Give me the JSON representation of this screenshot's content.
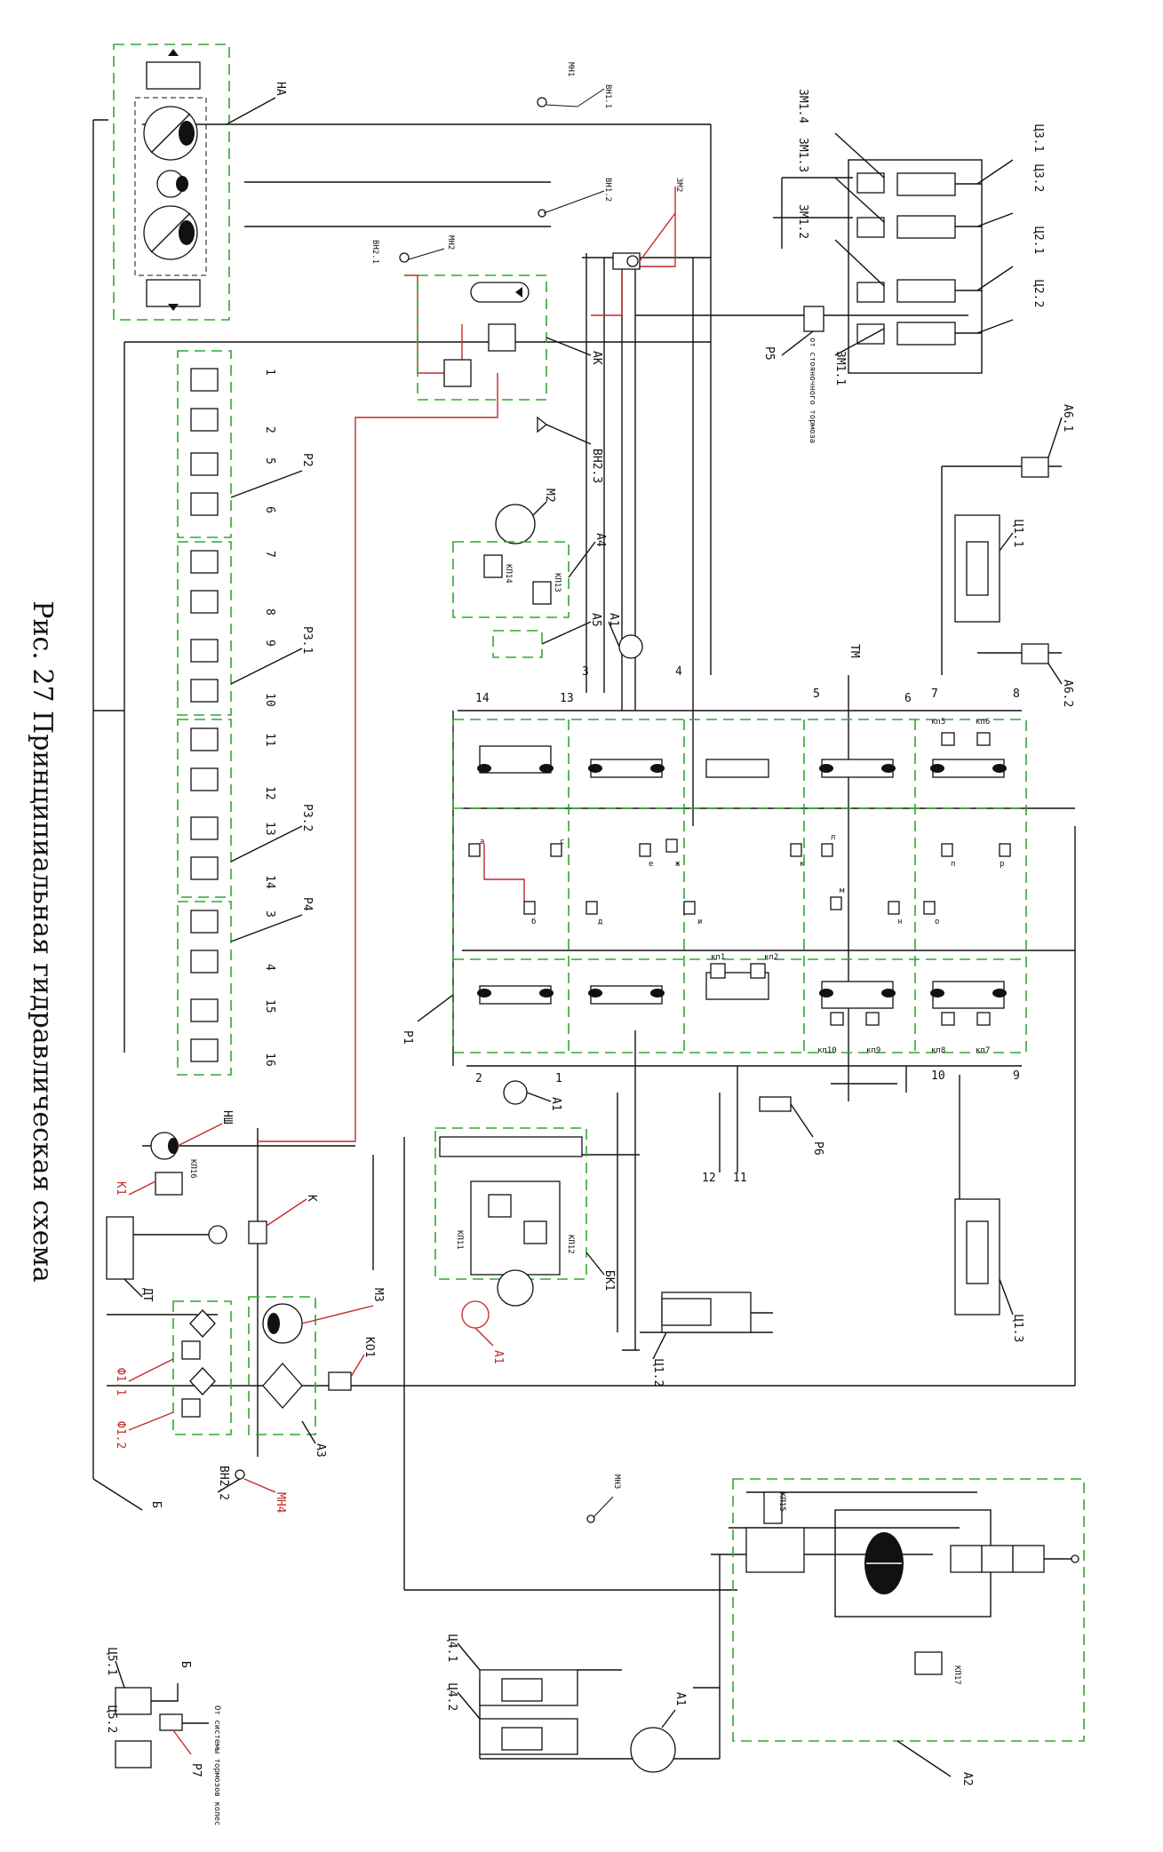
{
  "figure": {
    "title": "Рис. 27 Принципиальная гидравлическая схема"
  },
  "labels": {
    "NA": "НА",
    "MN1": "МН1",
    "VN1_1": "ВН1.1",
    "VN1_2": "ВН1.2",
    "MN2": "МН2",
    "VN2_1": "ВН2.1",
    "AK": "АК",
    "VN2_3": "ВН2.3",
    "ZM2": "ЗМ2",
    "ZM1_4": "ЗМ1.4",
    "ZM1_3": "ЗМ1.3",
    "ZM1_2": "ЗМ1.2",
    "ZM1_1": "ЗМ1.1",
    "C3_1": "Ц3.1",
    "C3_2": "Ц3.2",
    "C2_1": "Ц2.1",
    "C2_2": "Ц2.2",
    "P5": "Р5",
    "parking_brake": "от стояночного тормоза",
    "A6_1": "А6.1",
    "A6_2": "А6.2",
    "C1_1": "Ц1.1",
    "C1_2": "Ц1.2",
    "C1_3": "Ц1.3",
    "M2": "М2",
    "A4": "А4",
    "KP13": "КП13",
    "KP14": "КП14",
    "A5": "А5",
    "A1": "А1",
    "TM": "ТМ",
    "P2": "Р2",
    "P3_1": "Р3.1",
    "P3_2": "Р3.2",
    "P4": "Р4",
    "P1": "Р1",
    "P6": "Р6",
    "NSh": "НШ",
    "K1": "К1",
    "KP16": "КП16",
    "DT": "ДТ",
    "K": "К",
    "M3": "М3",
    "KO1": "КО1",
    "F1_1": "Ф1.1",
    "F1_2": "Ф1.2",
    "A3": "А3",
    "VN2_2": "ВН2.2",
    "MN4": "МН4",
    "B": "Б",
    "BK1": "БК1",
    "KP11": "КП11",
    "KP12": "КП12",
    "MN3": "МН3",
    "KP15": "КП15",
    "KP17": "КП17",
    "A2": "А2",
    "C4_1": "Ц4.1",
    "C4_2": "Ц4.2",
    "C5_1": "Ц5.1",
    "C5_2": "Ц5.2",
    "P7": "Р7",
    "wheel_brakes": "От системы тормозов колес",
    "kp1": "кп1",
    "kp2": "кп2",
    "kp5": "кп5",
    "kp6": "кп6",
    "kp7": "кп7",
    "kp8": "кп8",
    "kp9": "кп9",
    "kp10": "кп10"
  },
  "ports": [
    "1",
    "2",
    "3",
    "4",
    "5",
    "6",
    "7",
    "8",
    "9",
    "10",
    "11",
    "12",
    "13",
    "14"
  ],
  "stack_numbers": [
    "1",
    "2",
    "5",
    "6",
    "7",
    "8",
    "9",
    "10",
    "11",
    "12",
    "13",
    "14",
    "3",
    "4",
    "15",
    "16"
  ],
  "valve_letters": [
    "а",
    "б",
    "с",
    "д",
    "е",
    "ж",
    "и",
    "к",
    "л",
    "м",
    "н",
    "о",
    "п",
    "р"
  ]
}
